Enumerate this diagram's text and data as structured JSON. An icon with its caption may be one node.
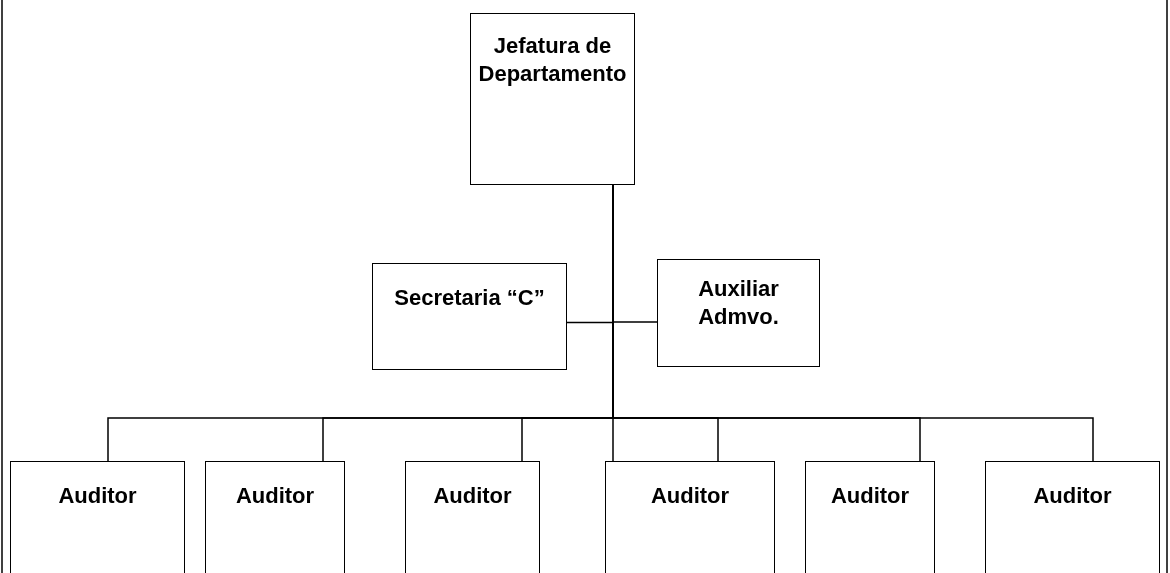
{
  "diagram": {
    "nodes": [
      {
        "text": [
          "Jefatura de Departamento"
        ]
      },
      {
        "text": [
          "Secretaria “C”"
        ]
      },
      {
        "text": [
          "Auxiliar Admvo."
        ]
      },
      {
        "text": [
          "Auditor"
        ]
      },
      {
        "text": [
          "Auditor"
        ]
      },
      {
        "text": [
          "Auditor"
        ]
      },
      {
        "text": [
          "Auditor"
        ]
      },
      {
        "text": [
          "Auditor"
        ]
      },
      {
        "text": [
          "Auditor"
        ]
      }
    ],
    "edges": [
      {
        "from": 0,
        "to": 1,
        "arrow": "none"
      },
      {
        "from": 0,
        "to": 2,
        "arrow": "none"
      },
      {
        "from": 0,
        "to": 3,
        "arrow": "none"
      },
      {
        "from": 0,
        "to": 4,
        "arrow": "none"
      },
      {
        "from": 0,
        "to": 5,
        "arrow": "none"
      },
      {
        "from": 0,
        "to": 6,
        "arrow": "none"
      },
      {
        "from": 0,
        "to": 7,
        "arrow": "none"
      },
      {
        "from": 0,
        "to": 8,
        "arrow": "none"
      }
    ]
  }
}
